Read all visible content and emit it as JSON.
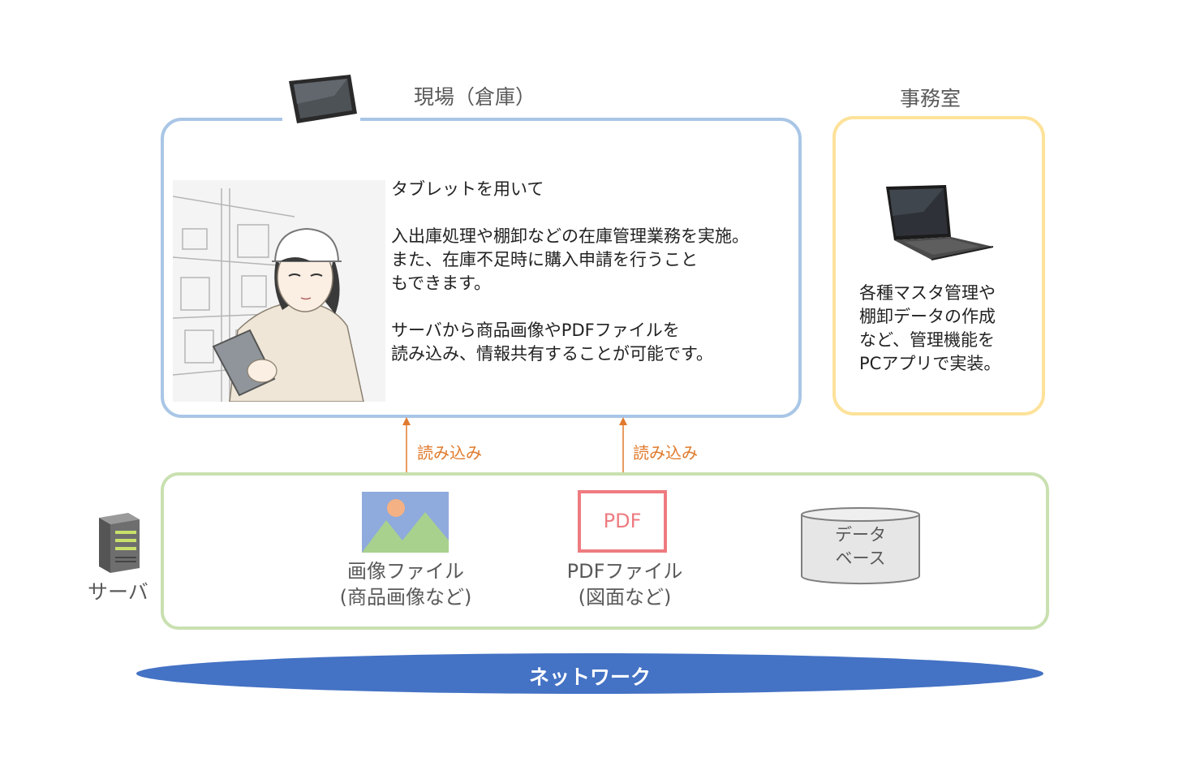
{
  "site": {
    "title": "現場（倉庫）",
    "text": "タブレットを用いて\n\n入出庫処理や棚卸などの在庫管理業務を実施。\nまた、在庫不足時に購入申請を行うこと\nもできます。\n\nサーバから商品画像やPDFファイルを\n読み込み、情報共有することが可能です。"
  },
  "office": {
    "title": "事務室",
    "text": "各種マスタ管理や\n棚卸データの作成\nなど、管理機能を\nPCアプリで実装。"
  },
  "arrows": [
    {
      "label": "読み込み"
    },
    {
      "label": "読み込み"
    }
  ],
  "server": {
    "label": "サーバ",
    "image_file": {
      "label": "画像ファイル\n(商品画像など)"
    },
    "pdf_file": {
      "icon_text": "PDF",
      "label": "PDFファイル\n(図面など)"
    },
    "database": {
      "label": "データ\nベース"
    }
  },
  "network": {
    "label": "ネットワーク"
  },
  "colors": {
    "site_border": "#a9c6e6",
    "office_border": "#fde29a",
    "server_border": "#c9e0b0",
    "arrow": "#e07a2c",
    "network": "#4472c4",
    "pdf": "#ee7b80"
  },
  "icons": [
    "tablet-icon",
    "laptop-icon",
    "server-icon",
    "image-file-icon",
    "pdf-file-icon",
    "database-icon",
    "warehouse-worker-illustration"
  ]
}
